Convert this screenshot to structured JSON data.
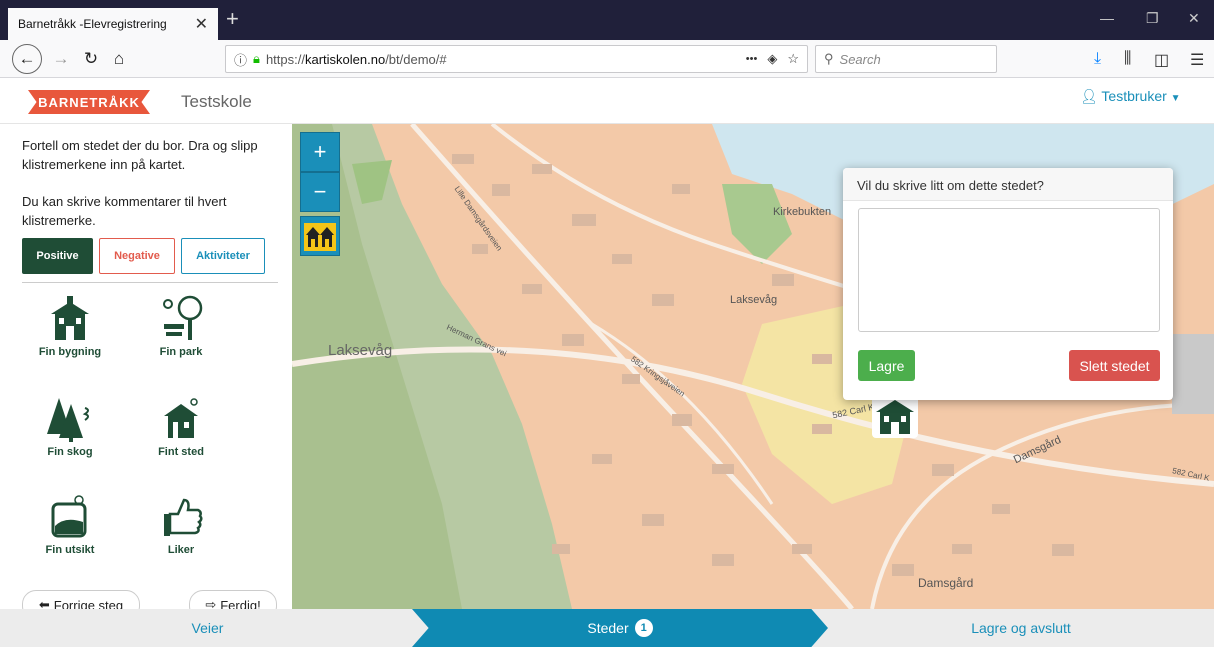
{
  "browser": {
    "tab_title": "Barnetråkk -Elevregistrering",
    "tab_close": "✕",
    "new_tab": "+",
    "url_prefix": "https://",
    "url_domain": "kartiskolen.no",
    "url_path": "/bt/demo/#",
    "search_placeholder": "Search",
    "more_dots": "•••"
  },
  "header": {
    "logo": "BARNETRÅKK",
    "school": "Testskole",
    "user": "Testbruker"
  },
  "sidebar": {
    "intro_1": "Fortell om stedet der du bor. Dra og slipp klistremerkene inn på kartet.",
    "intro_2": "Du kan skrive kommentarer til hvert klistremerke.",
    "categories": {
      "positive": "Positive",
      "negative": "Negative",
      "activities": "Aktiviteter"
    },
    "stickers": [
      {
        "label": "Fin bygning",
        "icon": "building-icon"
      },
      {
        "label": "Fin park",
        "icon": "park-icon"
      },
      {
        "label": "Fin skog",
        "icon": "forest-icon"
      },
      {
        "label": "Fint sted",
        "icon": "house-icon"
      },
      {
        "label": "Fin utsikt",
        "icon": "view-icon"
      },
      {
        "label": "Liker",
        "icon": "thumbs-up-icon"
      }
    ],
    "prev_step": "Forrige steg",
    "done": "Ferdig!"
  },
  "map": {
    "zoom_in": "+",
    "zoom_out": "−",
    "labels": {
      "laksevag_big": "Laksevåg",
      "laksevag_small": "Laksevåg",
      "kirkebukten": "Kirkebukten",
      "damsgard_bottom": "Damsgård",
      "damsgard_right": "Damsgård",
      "road_582": "582 Carl K",
      "lille_damsgard": "Lille Damsgårdsveien",
      "herman_grans": "Herman Grans vei",
      "kringsja": "582 Kringsjåveien",
      "road_582_right": "582 Carl K"
    }
  },
  "popup": {
    "title": "Vil du skrive litt om dette stedet?",
    "save": "Lagre",
    "delete": "Slett stedet"
  },
  "steps": {
    "roads": "Veier",
    "places": "Steder",
    "places_count": "1",
    "save_exit": "Lagre og avslutt"
  },
  "colors": {
    "accent": "#1a8fb9",
    "positive": "#1f4d36",
    "negative": "#e25b4d",
    "logo": "#e8573c"
  }
}
